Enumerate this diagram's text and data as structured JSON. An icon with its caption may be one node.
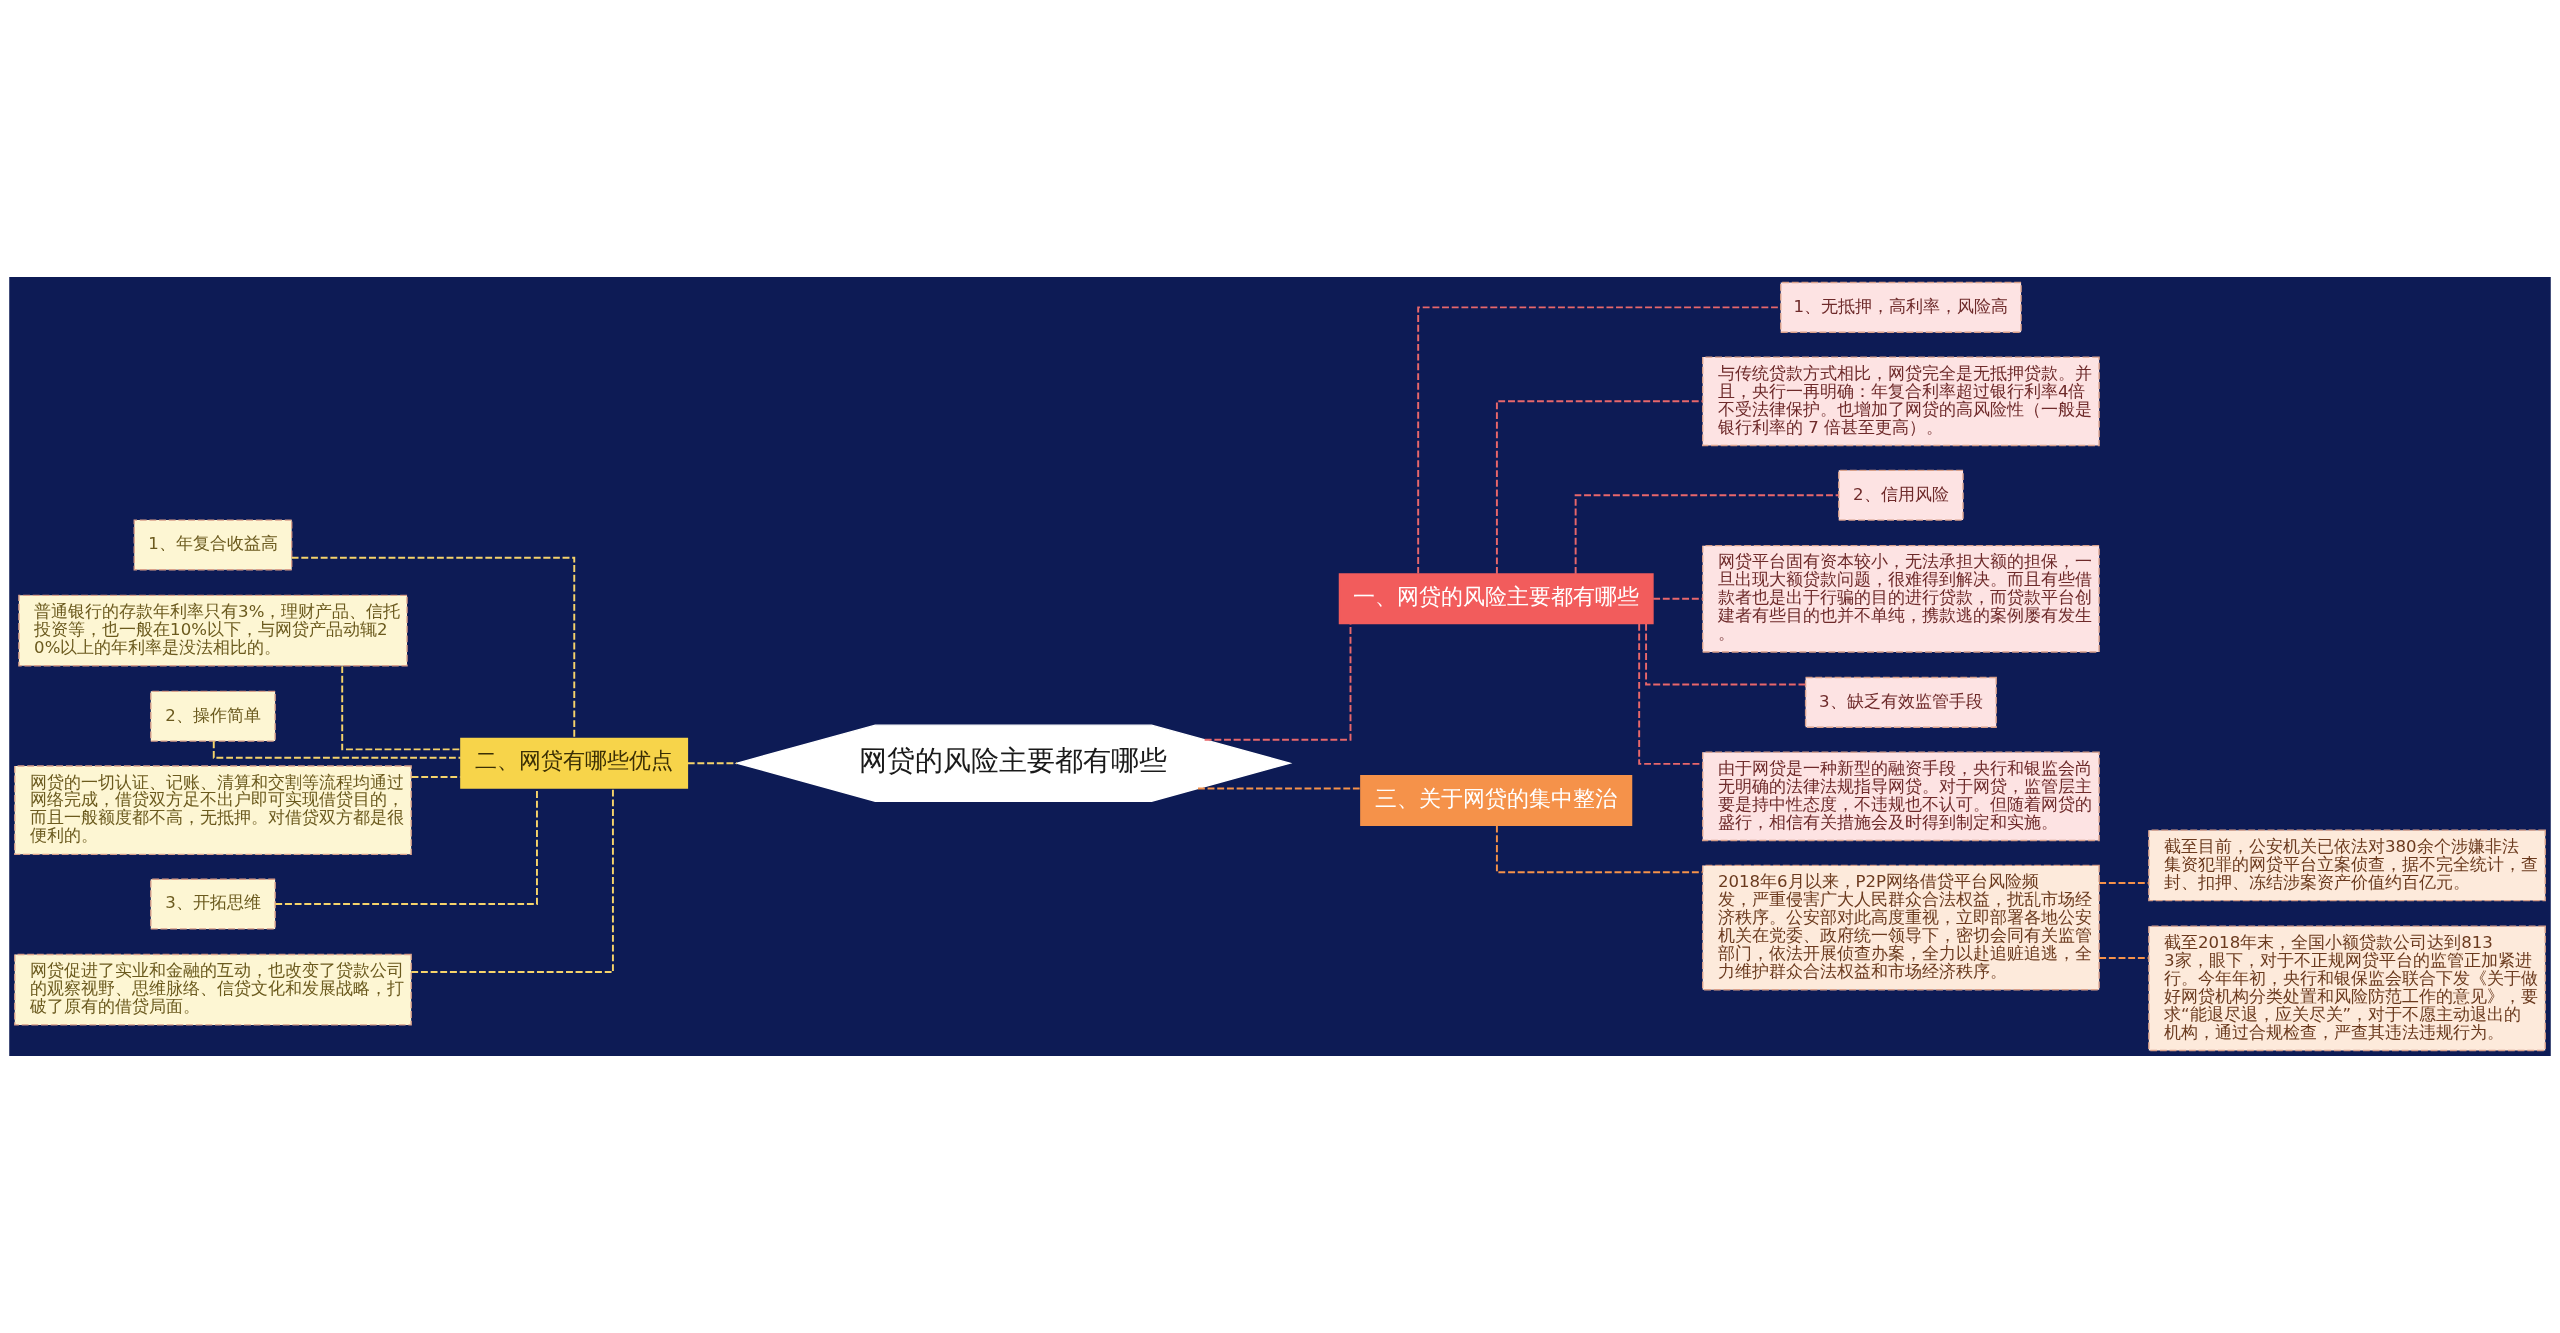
{
  "diagram": {
    "nodes": [
      {
        "text": [
          "网贷的风险主要都有哪些"
        ]
      },
      {
        "text": [
          "一、网贷的风险主要都有哪些"
        ]
      },
      {
        "text": [
          "1、无抵押，高利率，风险高"
        ]
      },
      {
        "text": [
          "与传统贷款方式相比，网贷完全是无抵押贷款。并且，央行一再明确：年复合利率超过银行利率4倍不受法律保护。也增加了网贷的高风险性（一般是银行利率的 7 倍甚至更高）。"
        ]
      },
      {
        "text": [
          "2、信用风险"
        ]
      },
      {
        "text": [
          "网贷平台固有资本较小，无法承担大额的担保，一旦出现大额贷款问题，很难得到解决。而且有些借款者也是出于行骗的目的进行贷款，而贷款平台创建者有些目的也并不单纯，携款逃的案例屡有发生。"
        ]
      },
      {
        "text": [
          "3、缺乏有效监管手段"
        ]
      },
      {
        "text": [
          "由于网贷是一种新型的融资手段，央行和银监会尚无明确的法律法规指导网贷。对于网贷，监管层主要是持中性态度，不违规也不认可。但随着网贷的盛行，相信有关措施会及时得到制定和实施。"
        ]
      },
      {
        "text": [
          "二、网贷有哪些优点"
        ]
      },
      {
        "text": [
          "1、年复合收益高"
        ]
      },
      {
        "text": [
          "普通银行的存款年利率只有3%，理财产品、信托投资等，也一般在10%以下，与网贷产品动辄20%以上的年利率是没法相比的。"
        ]
      },
      {
        "text": [
          "2、操作简单"
        ]
      },
      {
        "text": [
          "网贷的一切认证、记账、清算和交割等流程均通过网络完成，借贷双方足不出户即可实现借贷目的，而且一般额度都不高，无抵押。对借贷双方都是很便利的。"
        ]
      },
      {
        "text": [
          "3、开拓思维"
        ]
      },
      {
        "text": [
          "网贷促进了实业和金融的互动，也改变了贷款公司的观察视野、思维脉络、信贷文化和发展战略，打破了原有的借贷局面。"
        ]
      },
      {
        "text": [
          "三、关于网贷的集中整治"
        ]
      },
      {
        "text": [
          "2018年6月以来，P2P网络借贷平台风险频发，严重侵害广大人民群众合法权益，扰乱市场经济秩序。公安部对此高度重视，立即部署各地公安机关在党委、政府统一领导下，密切会同有关监管部门，依法开展侦查办案，全力以赴追赃追逃，全力维护群众合法权益和市场经济秩序。"
        ]
      },
      {
        "text": [
          "截至目前，公安机关已依法对380余个涉嫌非法集资犯罪的网贷平台立案侦查，据不完全统计，查封、扣押、冻结涉案资产价值约百亿元。"
        ]
      },
      {
        "text": [
          "截至2018年末，全国小额贷款公司达到8133家，眼下，对于不正规网贷平台的监管正加紧进行。今年年初，央行和银保监会联合下发《关于做好网贷机构分类处置和风险防范工作的意见》，要求“能退尽退，应关尽关”，对于不愿主动退出的机构，通过合规检查，严查其违法违规行为。"
        ]
      }
    ],
    "edges": [
      {
        "from": 0,
        "to": 1,
        "arrow": "none",
        "style": "dashed",
        "color": "#e8676b"
      },
      {
        "from": 1,
        "to": 2,
        "arrow": "none",
        "style": "dashed",
        "color": "#e8676b"
      },
      {
        "from": 1,
        "to": 3,
        "arrow": "none",
        "style": "dashed",
        "color": "#e8676b"
      },
      {
        "from": 1,
        "to": 4,
        "arrow": "none",
        "style": "dashed",
        "color": "#e8676b"
      },
      {
        "from": 1,
        "to": 5,
        "arrow": "none",
        "style": "dashed",
        "color": "#e8676b"
      },
      {
        "from": 1,
        "to": 6,
        "arrow": "none",
        "style": "dashed",
        "color": "#e8676b"
      },
      {
        "from": 1,
        "to": 7,
        "arrow": "none",
        "style": "dashed",
        "color": "#e8676b"
      },
      {
        "from": 0,
        "to": 8,
        "arrow": "none",
        "style": "dashed",
        "color": "#f5d36b"
      },
      {
        "from": 8,
        "to": 9,
        "arrow": "none",
        "style": "dashed",
        "color": "#f5d36b"
      },
      {
        "from": 8,
        "to": 10,
        "arrow": "none",
        "style": "dashed",
        "color": "#f5d36b"
      },
      {
        "from": 8,
        "to": 11,
        "arrow": "none",
        "style": "dashed",
        "color": "#f5d36b"
      },
      {
        "from": 8,
        "to": 12,
        "arrow": "none",
        "style": "dashed",
        "color": "#f5d36b"
      },
      {
        "from": 8,
        "to": 13,
        "arrow": "none",
        "style": "dashed",
        "color": "#f5d36b"
      },
      {
        "from": 8,
        "to": 14,
        "arrow": "none",
        "style": "dashed",
        "color": "#f5d36b"
      },
      {
        "from": 0,
        "to": 15,
        "arrow": "none",
        "style": "dashed",
        "color": "#f5924a"
      },
      {
        "from": 15,
        "to": 16,
        "arrow": "none",
        "style": "dashed",
        "color": "#f5924a"
      },
      {
        "from": 16,
        "to": 17,
        "arrow": "none",
        "style": "dashed",
        "color": "#f5924a"
      },
      {
        "from": 16,
        "to": 18,
        "arrow": "none",
        "style": "dashed",
        "color": "#f5924a"
      }
    ]
  }
}
